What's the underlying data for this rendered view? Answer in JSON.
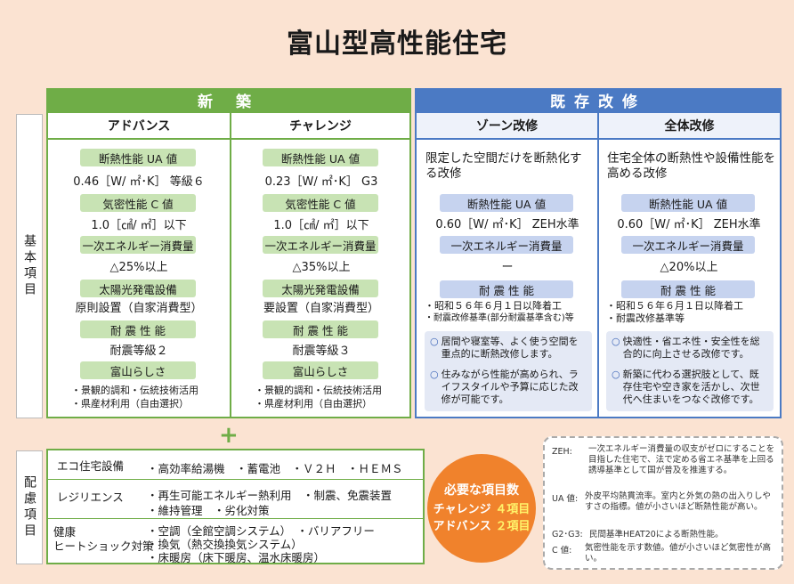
{
  "title": "富山型高性能住宅",
  "side_labels": {
    "basic": "基本項目",
    "consideration": "配慮項目"
  },
  "new_build": {
    "header": "新 築",
    "advance": {
      "name": "アドバンス",
      "ua_label": "断熱性能 UA 値",
      "ua_value": "0.46［W/ ㎡･K］ 等級６",
      "c_label": "気密性能 C 値",
      "c_value": "1.0［㎠/ ㎡］以下",
      "energy_label": "一次エネルギー消費量",
      "energy_value": "△25%以上",
      "solar_label": "太陽光発電設備",
      "solar_value": "原則設置（自家消費型）",
      "seismic_label": "耐 震 性 能",
      "seismic_value": "耐震等級２",
      "toyama_label": "富山らしさ",
      "toyama_line1": "・景観的調和・伝統技術活用",
      "toyama_line2": "・県産材利用（自由選択）"
    },
    "challenge": {
      "name": "チャレンジ",
      "ua_label": "断熱性能 UA 値",
      "ua_value": "0.23［W/ ㎡･K］ G3",
      "c_label": "気密性能 C 値",
      "c_value": "1.0［㎠/ ㎡］以下",
      "energy_label": "一次エネルギー消費量",
      "energy_value": "△35%以上",
      "solar_label": "太陽光発電設備",
      "solar_value": "要設置（自家消費型）",
      "seismic_label": "耐 震 性 能",
      "seismic_value": "耐震等級３",
      "toyama_label": "富山らしさ",
      "toyama_line1": "・景観的調和・伝統技術活用",
      "toyama_line2": "・県産材利用（自由選択）"
    }
  },
  "existing": {
    "header": "既存改修",
    "zone": {
      "name": "ゾーン改修",
      "desc": "限定した空間だけを断熱化する改修",
      "ua_label": "断熱性能 UA 値",
      "ua_value": "0.60［W/ ㎡･K］ ZEH水準",
      "energy_label": "一次エネルギー消費量",
      "energy_value": "ー",
      "seismic_label": "耐 震 性 能",
      "seismic_line1": "・昭和５６年６月１日以降着工",
      "seismic_line2": "・耐震改修基準(部分耐震基準含む)等",
      "note1": "居間や寝室等、よく使う空間を重点的に断熱改修します。",
      "note2": "住みながら性能が高められ、ライフスタイルや予算に応じた改修が可能です。"
    },
    "whole": {
      "name": "全体改修",
      "desc": "住宅全体の断熱性や設備性能を高める改修",
      "ua_label": "断熱性能 UA 値",
      "ua_value": "0.60［W/ ㎡･K］ ZEH水準",
      "energy_label": "一次エネルギー消費量",
      "energy_value": "△20%以上",
      "seismic_label": "耐 震 性 能",
      "seismic_line1": "・昭和５６年６月１日以降着工",
      "seismic_line2": "・耐震改修基準等",
      "note1": "快適性・省エネ性・安全性を総合的に向上させる改修です。",
      "note2": "新築に代わる選択肢として、既存住宅や空き家を活かし、次世代へ住まいをつなぐ改修です。"
    }
  },
  "plus": "+",
  "consideration": {
    "eco_label": "エコ住宅設備",
    "eco_items": "・高効率給湯機　・蓄電池　・Ｖ２Ｈ　・ＨＥＭＳ",
    "res_label": "レジリエンス",
    "res_line1": "・再生可能エネルギー熱利用　・制震、免震装置",
    "res_line2": "・維持管理　・劣化対策",
    "health_label1": "健康",
    "health_label2": "ヒートショック対策",
    "health_line1": "・空調（全館空調システム）　・バリアフリー",
    "health_line2": "・換気（熱交換換気システム）",
    "health_line3": "・床暖房（床下暖房、温水床暖房）"
  },
  "required": {
    "title": "必要な項目数",
    "challenge_label": "チャレンジ",
    "challenge_count": "４項目",
    "advance_label": "アドバンス",
    "advance_count": "２項目"
  },
  "legend": {
    "zeh_term": "ZEH:",
    "zeh_desc": "一次エネルギー消費量の収支がゼロにすることを目指した住宅で、法で定める省エネ基準を上回る誘導基準として国が普及を推進する。",
    "ua_term": "UA 値:",
    "ua_desc": "外皮平均熱貫流率。室内と外気の熱の出入りしやすさの指標。値が小さいほど断熱性能が高い。",
    "g_term": "G2･G3:",
    "g_desc": "民間基準HEAT20による断熱性能。",
    "c_term": "C 値:",
    "c_desc": "気密性能を示す数値。値が小さいほど気密性が高い。"
  },
  "colors": {
    "green": "#6fad47",
    "blue": "#4b7ac4",
    "orange": "#f0822c",
    "background": "#fbe3d2"
  }
}
